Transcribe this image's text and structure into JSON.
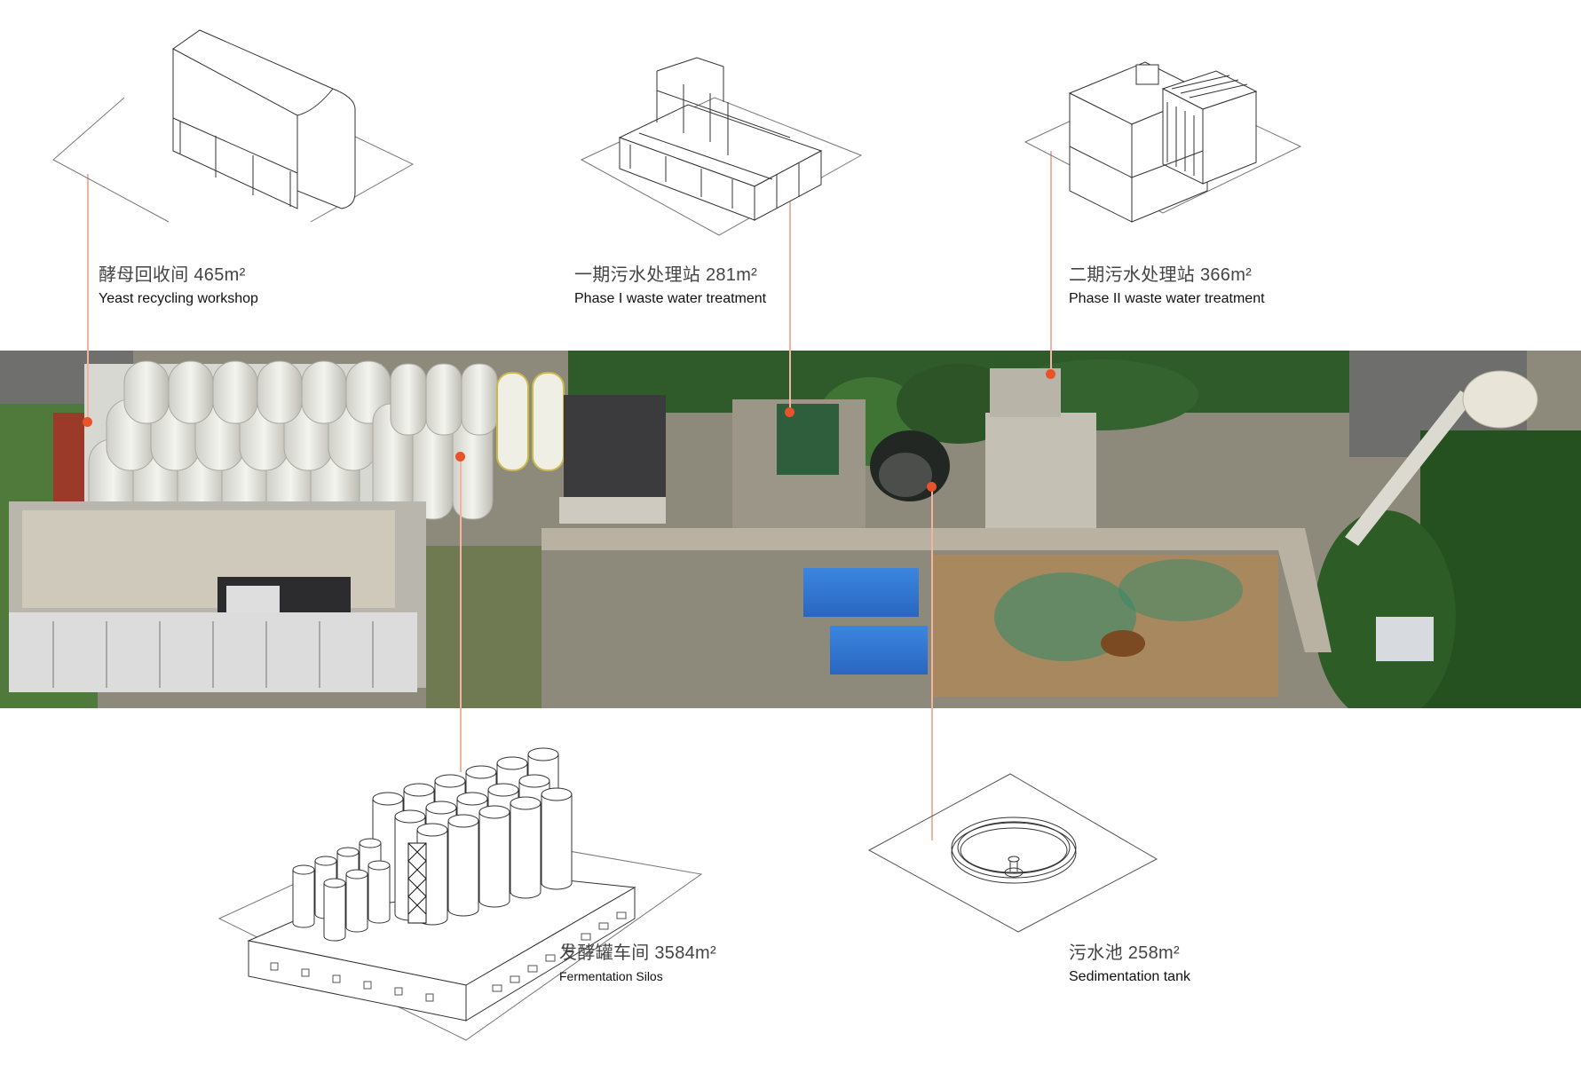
{
  "theme": {
    "leader_color": "#e8532a",
    "leader_light": "#f2b3a1",
    "drawing_stroke": "#333333",
    "background": "#ffffff"
  },
  "facilities": [
    {
      "id": "yeast",
      "name_zh": "酵母回收间",
      "area": "465m²",
      "title_zh": "酵母回收间 465m²",
      "name_en": "Yeast recycling workshop"
    },
    {
      "id": "phase1",
      "name_zh": "一期污水处理站",
      "area": "281m²",
      "title_zh": "一期污水处理站 281m²",
      "name_en": "Phase I waste water treatment"
    },
    {
      "id": "phase2",
      "name_zh": "二期污水处理站",
      "area": "366m²",
      "title_zh": "二期污水处理站 366m²",
      "name_en": "Phase II waste water treatment"
    },
    {
      "id": "silos",
      "name_zh": "发酵罐车间",
      "area": "3584m²",
      "title_zh": "发酵罐车间 3584m²",
      "name_en": "Fermentation Silos"
    },
    {
      "id": "tank",
      "name_zh": "污水池",
      "area": "258m²",
      "title_zh": "污水池 258m²",
      "name_en": "Sedimentation tank"
    }
  ],
  "photo": {
    "description": "aerial-site-photo-strip"
  }
}
